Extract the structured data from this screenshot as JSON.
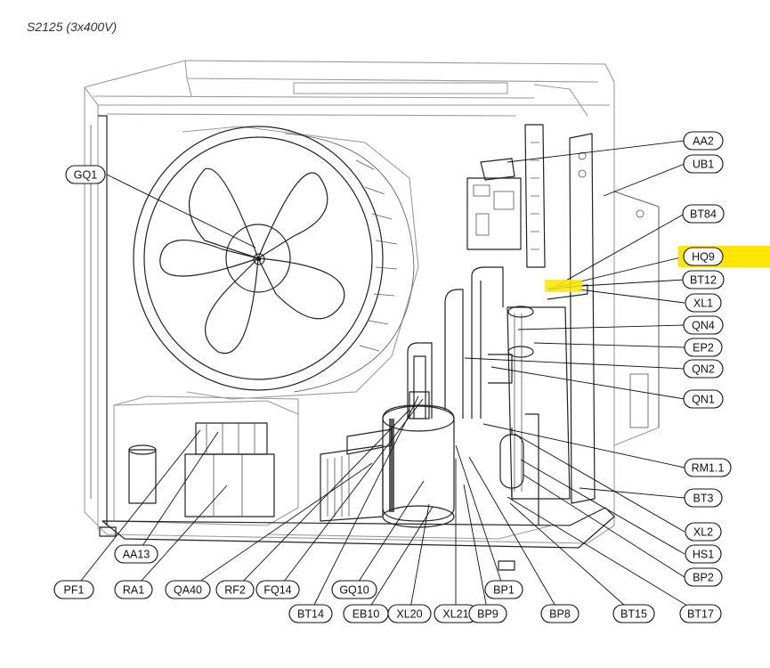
{
  "title": "S2125 (3x400V)",
  "highlight_color": "#ffe600",
  "labels": [
    {
      "id": "AA2",
      "text": "AA2",
      "highlight": false
    },
    {
      "id": "UB1",
      "text": "UB1",
      "highlight": false
    },
    {
      "id": "GQ1",
      "text": "GQ1",
      "highlight": false
    },
    {
      "id": "BT84",
      "text": "BT84",
      "highlight": false
    },
    {
      "id": "HQ9",
      "text": "HQ9",
      "highlight": true
    },
    {
      "id": "BT12",
      "text": "BT12",
      "highlight": false
    },
    {
      "id": "XL1",
      "text": "XL1",
      "highlight": false
    },
    {
      "id": "QN4",
      "text": "QN4",
      "highlight": false
    },
    {
      "id": "EP2",
      "text": "EP2",
      "highlight": false
    },
    {
      "id": "QN2",
      "text": "QN2",
      "highlight": false
    },
    {
      "id": "QN1",
      "text": "QN1",
      "highlight": false
    },
    {
      "id": "RM1.1",
      "text": "RM1.1",
      "highlight": false
    },
    {
      "id": "BT3",
      "text": "BT3",
      "highlight": false
    },
    {
      "id": "XL2",
      "text": "XL2",
      "highlight": false
    },
    {
      "id": "HS1",
      "text": "HS1",
      "highlight": false
    },
    {
      "id": "BP2",
      "text": "BP2",
      "highlight": false
    },
    {
      "id": "AA13",
      "text": "AA13",
      "highlight": false
    },
    {
      "id": "PF1",
      "text": "PF1",
      "highlight": false
    },
    {
      "id": "RA1",
      "text": "RA1",
      "highlight": false
    },
    {
      "id": "QA40",
      "text": "QA40",
      "highlight": false
    },
    {
      "id": "RF2",
      "text": "RF2",
      "highlight": false
    },
    {
      "id": "FQ14",
      "text": "FQ14",
      "highlight": false
    },
    {
      "id": "BT14",
      "text": "BT14",
      "highlight": false
    },
    {
      "id": "GQ10",
      "text": "GQ10",
      "highlight": false
    },
    {
      "id": "EB10",
      "text": "EB10",
      "highlight": false
    },
    {
      "id": "XL20",
      "text": "XL20",
      "highlight": false
    },
    {
      "id": "XL21",
      "text": "XL21",
      "highlight": false
    },
    {
      "id": "BP1",
      "text": "BP1",
      "highlight": false
    },
    {
      "id": "BP9",
      "text": "BP9",
      "highlight": false
    },
    {
      "id": "BP8",
      "text": "BP8",
      "highlight": false
    },
    {
      "id": "BT15",
      "text": "BT15",
      "highlight": false
    },
    {
      "id": "BT17",
      "text": "BT17",
      "highlight": false
    }
  ]
}
